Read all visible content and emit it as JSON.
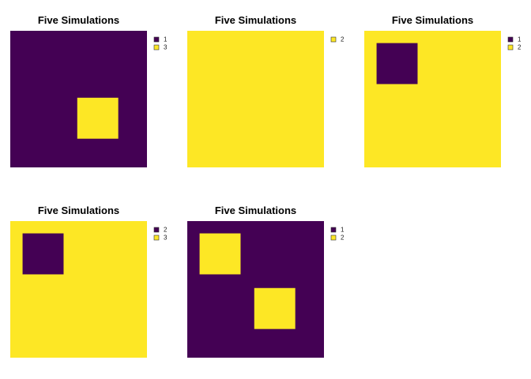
{
  "chart_data": [
    {
      "type": "heatmap",
      "title": "Five Simulations",
      "grid": "off",
      "legend": {
        "placement": "right",
        "entries": [
          {
            "label": "1",
            "color": "#440154"
          },
          {
            "label": "3",
            "color": "#FDE725"
          }
        ]
      },
      "background": "1",
      "patches": [
        {
          "value": "3",
          "x": [
            0.49,
            0.79
          ],
          "y": [
            0.21,
            0.51
          ]
        }
      ]
    },
    {
      "type": "heatmap",
      "title": "Five Simulations",
      "grid": "off",
      "legend": {
        "placement": "right",
        "entries": [
          {
            "label": "2",
            "color": "#FDE725"
          }
        ]
      },
      "background": "2",
      "patches": []
    },
    {
      "type": "heatmap",
      "title": "Five Simulations",
      "grid": "off",
      "legend": {
        "placement": "right",
        "entries": [
          {
            "label": "1",
            "color": "#440154"
          },
          {
            "label": "2",
            "color": "#FDE725"
          }
        ]
      },
      "background": "2",
      "patches": [
        {
          "value": "1",
          "x": [
            0.09,
            0.39
          ],
          "y": [
            0.61,
            0.91
          ]
        }
      ]
    },
    {
      "type": "heatmap",
      "title": "Five Simulations",
      "grid": "off",
      "legend": {
        "placement": "right",
        "entries": [
          {
            "label": "2",
            "color": "#440154"
          },
          {
            "label": "3",
            "color": "#FDE725"
          }
        ]
      },
      "background": "3",
      "patches": [
        {
          "value": "2",
          "x": [
            0.09,
            0.39
          ],
          "y": [
            0.61,
            0.91
          ]
        }
      ]
    },
    {
      "type": "heatmap",
      "title": "Five Simulations",
      "grid": "off",
      "legend": {
        "placement": "right",
        "entries": [
          {
            "label": "1",
            "color": "#440154"
          },
          {
            "label": "2",
            "color": "#FDE725"
          }
        ]
      },
      "background": "1",
      "patches": [
        {
          "value": "2",
          "x": [
            0.09,
            0.39
          ],
          "y": [
            0.61,
            0.91
          ]
        },
        {
          "value": "2",
          "x": [
            0.49,
            0.79
          ],
          "y": [
            0.21,
            0.51
          ]
        }
      ]
    }
  ]
}
